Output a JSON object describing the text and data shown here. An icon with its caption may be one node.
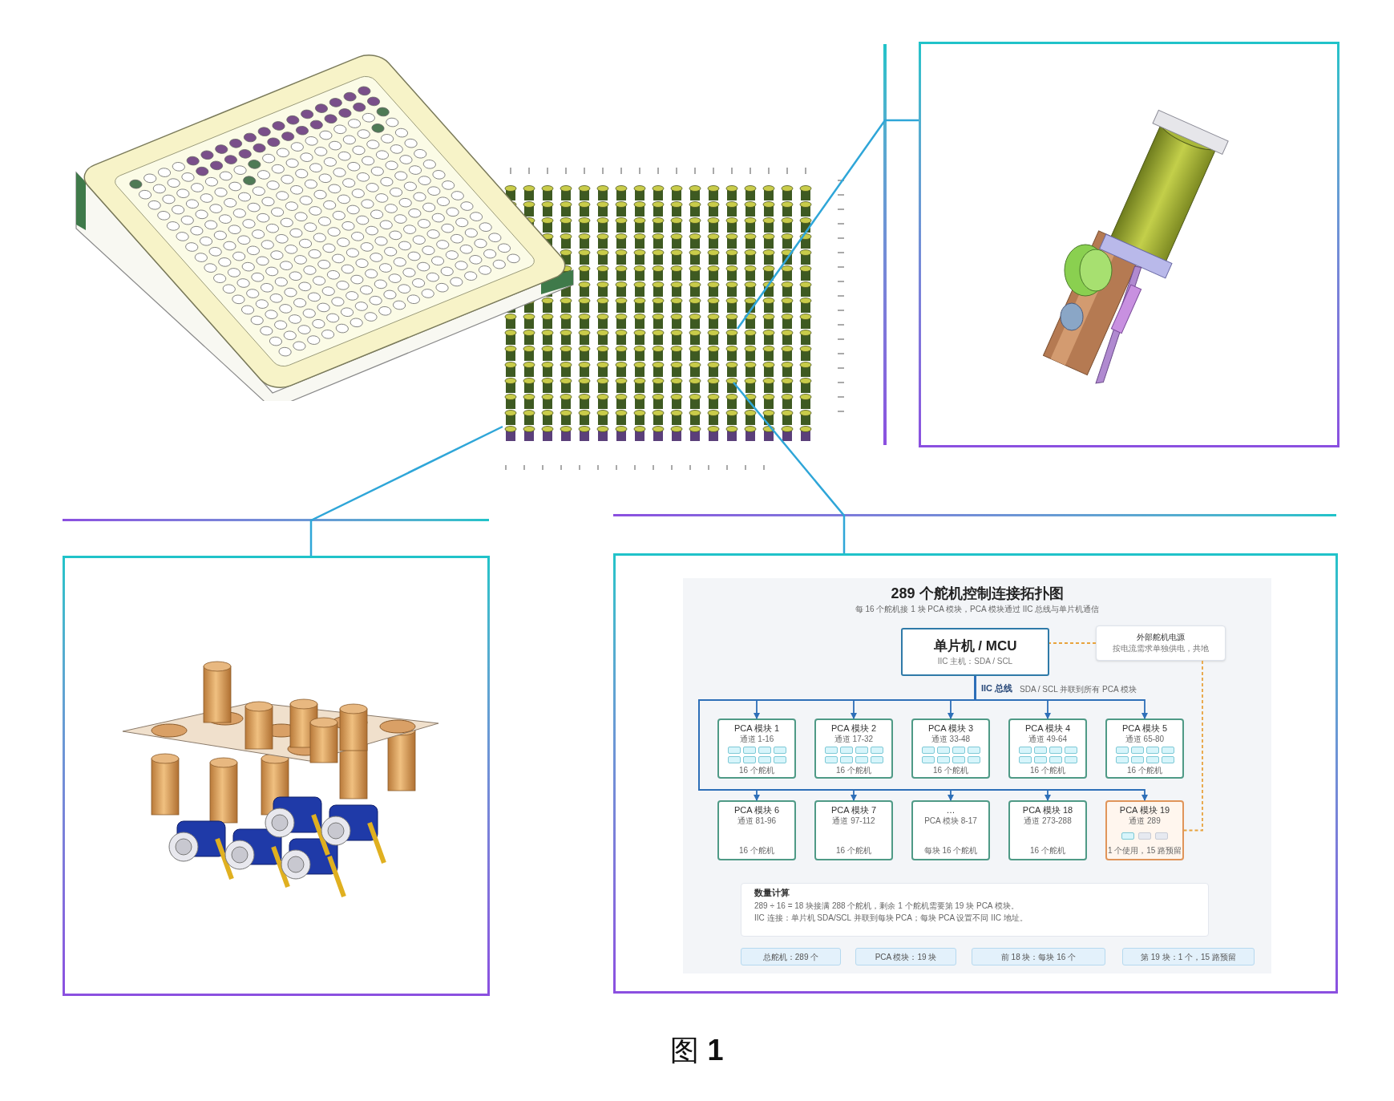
{
  "diagram": {
    "caption": "图 **1**",
    "nodes": [
      {
        "text": [],
        "shape": "picture"
      },
      {
        "text": [],
        "shape": "picture"
      },
      {
        "text": [],
        "shape": "picture"
      },
      {
        "text": [],
        "shape": "box"
      },
      {
        "text": [
          "289 个舵机控制连接拓扑图",
          "每 16 个舵机接 1 块 PCA 模块，PCA 模块通过 IIC 总线与单片机通信"
        ],
        "in": 3
      },
      {
        "text": [
          "单片机 / MCU",
          "IIC 主机：SDA / SCL"
        ],
        "in": 4
      },
      {
        "text": [
          "外部舵机电源",
          "按电流需求单独供电，共地"
        ],
        "in": 4
      },
      {
        "text": [
          "PCA 模块 1",
          "通道 1-16",
          "16 个舵机"
        ],
        "in": 4
      },
      {
        "text": [
          "PCA 模块 2",
          "通道 17-32",
          "16 个舵机"
        ],
        "in": 4
      },
      {
        "text": [
          "PCA 模块 3",
          "通道 33-48",
          "16 个舵机"
        ],
        "in": 4
      },
      {
        "text": [
          "PCA 模块 4",
          "通道 49-64",
          "16 个舵机"
        ],
        "in": 4
      },
      {
        "text": [
          "PCA 模块 5",
          "通道 65-80",
          "16 个舵机"
        ],
        "in": 4
      },
      {
        "text": [
          "PCA 模块 6",
          "通道 81-96",
          "16 个舵机"
        ],
        "in": 4
      },
      {
        "text": [
          "PCA 模块 7",
          "通道 97-112",
          "16 个舵机"
        ],
        "in": 4
      },
      {
        "text": [
          "…",
          "PCA 模块 8-17",
          "每块 16 个舵机"
        ],
        "in": 4
      },
      {
        "text": [
          "PCA 模块 18",
          "通道 273-288",
          "16 个舵机"
        ],
        "in": 4
      },
      {
        "text": [
          "PCA 模块 19",
          "通道 289",
          "1 个使用，15 路预留"
        ],
        "in": 4
      },
      {
        "text": [
          "数量计算",
          "289 ÷ 16 = 18 块接满 288 个舵机，剩余 1 个舵机需要第 19 块 PCA 模块。",
          "IIC 连接：单片机 SDA/SCL 并联到每块 PCA；每块 PCA 设置不同 IIC 地址。"
        ],
        "in": 4
      },
      {
        "text": [
          "总舵机：289 个"
        ],
        "in": 4
      },
      {
        "text": [
          "PCA 模块：19 块"
        ],
        "in": 4
      },
      {
        "text": [
          "前 18 块：每块 16 个"
        ],
        "in": 4
      },
      {
        "text": [
          "第 19 块：1 个，15 路预留"
        ],
        "in": 4
      }
    ],
    "edges": [
      {
        "from": 0,
        "to": 1,
        "arrow": "none",
        "color": "#2fa6d8"
      },
      {
        "from": 0,
        "to": 2,
        "arrow": "none",
        "color": "#2fa6d8"
      },
      {
        "from": 0,
        "to": 3,
        "arrow": "none",
        "color": "#2fa6d8"
      },
      {
        "from": 5,
        "to": 7,
        "arrow": "to"
      },
      {
        "from": 5,
        "to": 8,
        "arrow": "to"
      },
      {
        "from": 5,
        "to": 9,
        "arrow": "to"
      },
      {
        "from": 5,
        "to": 10,
        "arrow": "to"
      },
      {
        "from": 5,
        "to": 11,
        "arrow": "to"
      },
      {
        "from": 5,
        "to": 12,
        "arrow": "to"
      },
      {
        "from": 5,
        "to": 13,
        "arrow": "to"
      },
      {
        "from": 5,
        "to": 14,
        "arrow": "to"
      },
      {
        "from": 5,
        "to": 15,
        "arrow": "to"
      },
      {
        "from": 5,
        "to": 16,
        "arrow": "to"
      },
      {
        "from": 6,
        "to": 5,
        "arrow": "none",
        "style": "dashed",
        "color": "#e8a33d"
      },
      {
        "from": 6,
        "to": 16,
        "arrow": "none",
        "style": "dashed",
        "color": "#e8a33d"
      }
    ],
    "labels": [
      "IIC 总线",
      "SDA / SCL 并联到所有 PCA 模块"
    ]
  }
}
